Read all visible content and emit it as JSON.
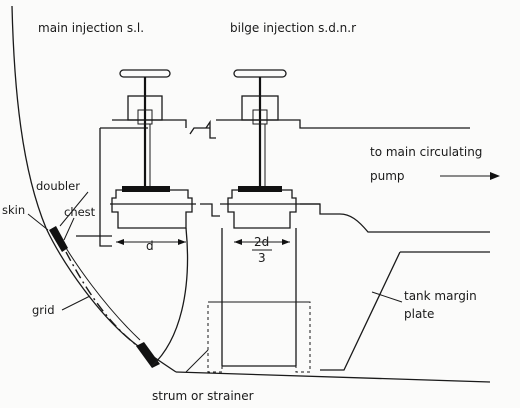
{
  "labels": {
    "main_valve": "main injection s.l.",
    "bilge_valve": "bilge injection s.d.n.r",
    "pump_line1": "to main circulating",
    "pump_line2": "pump",
    "doubler": "doubler",
    "skin": "skin",
    "chest": "chest",
    "dim_d": "d",
    "dim_2d": "2d",
    "dim_3": "3",
    "grid": "grid",
    "tank_line1": "tank margin",
    "tank_line2": "plate",
    "strainer": "strum or strainer"
  }
}
